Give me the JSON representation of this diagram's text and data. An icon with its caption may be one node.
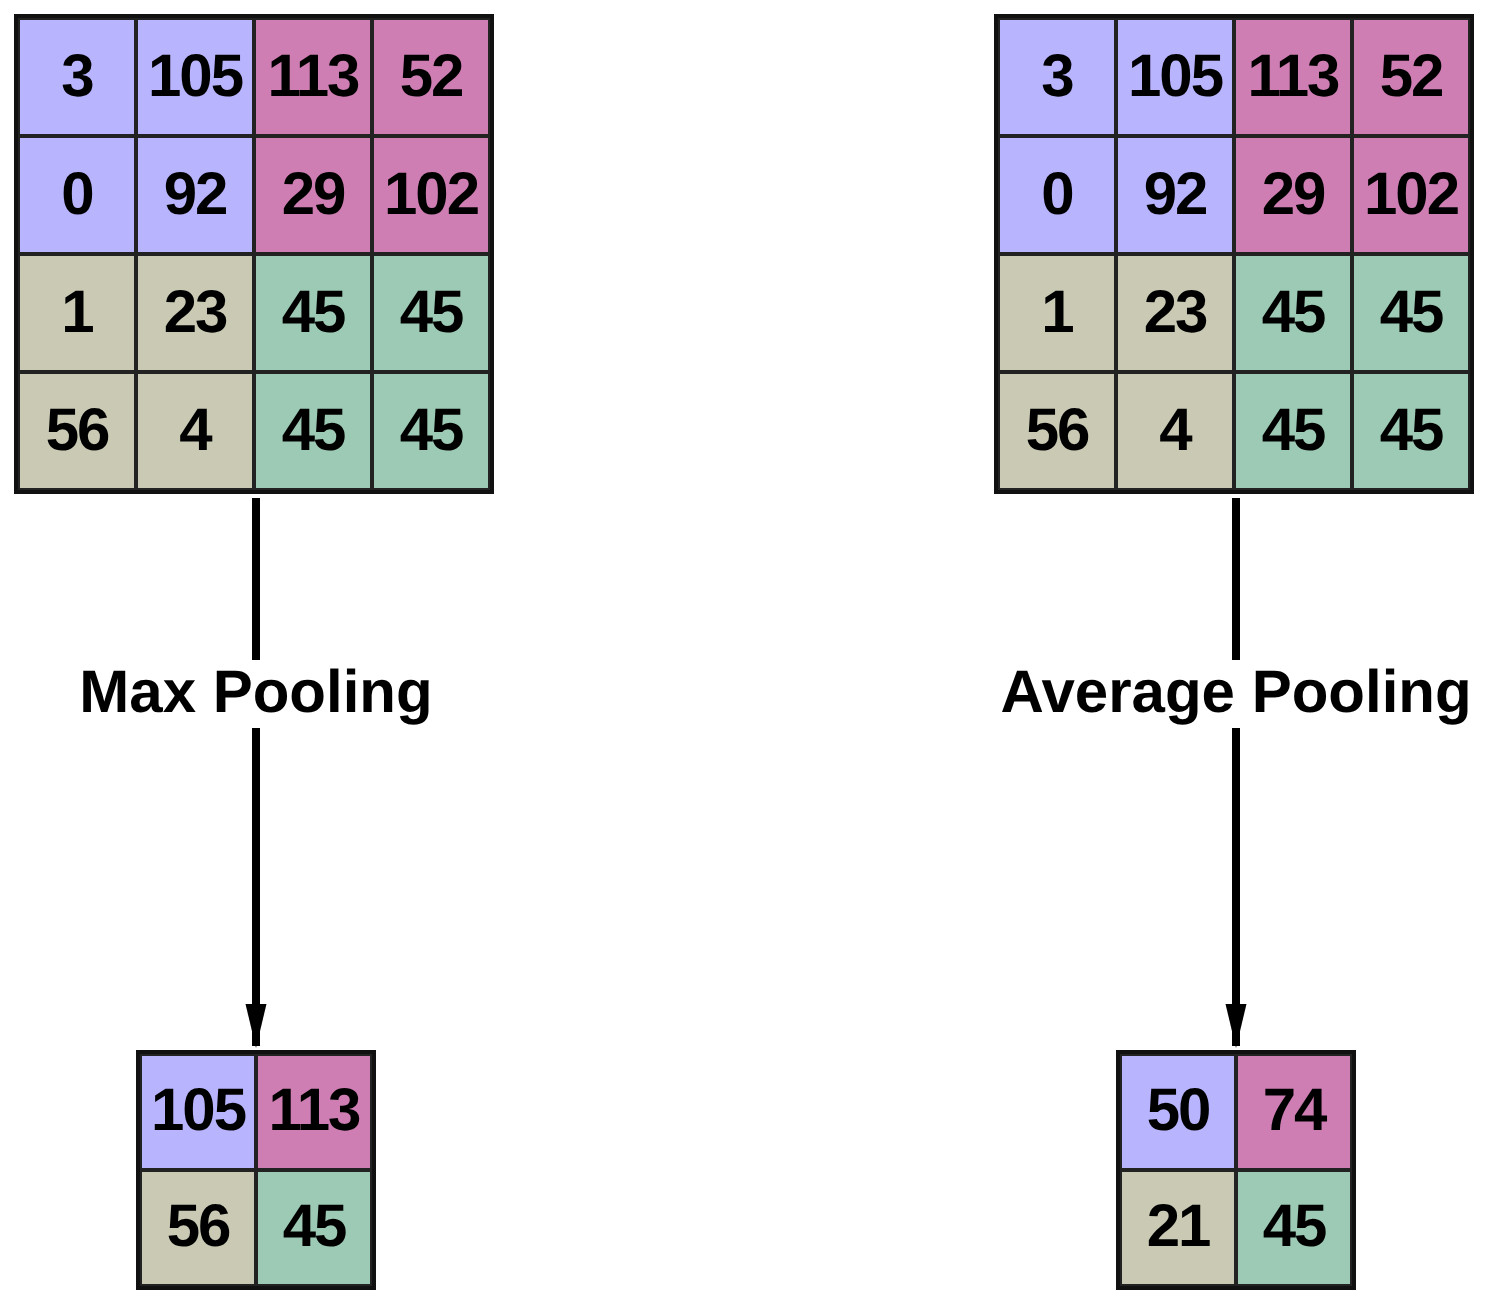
{
  "diagram": {
    "nodes": [
      {
        "text": [
          "3",
          "105",
          "113",
          "52",
          "0",
          "92",
          "29",
          "102",
          "1",
          "23",
          "45",
          "45",
          "56",
          "4",
          "45",
          "45"
        ]
      },
      {
        "text": [
          "3",
          "105",
          "113",
          "52",
          "0",
          "92",
          "29",
          "102",
          "1",
          "23",
          "45",
          "45",
          "56",
          "4",
          "45",
          "45"
        ]
      },
      {
        "text": [
          "105",
          "113",
          "56",
          "45"
        ]
      },
      {
        "text": [
          "50",
          "74",
          "21",
          "45"
        ]
      }
    ],
    "edges": [
      {
        "from": 0,
        "to": 2,
        "arrow": "to",
        "label": "Max Pooling"
      },
      {
        "from": 1,
        "to": 3,
        "arrow": "to",
        "label": "Average Pooling"
      }
    ]
  }
}
